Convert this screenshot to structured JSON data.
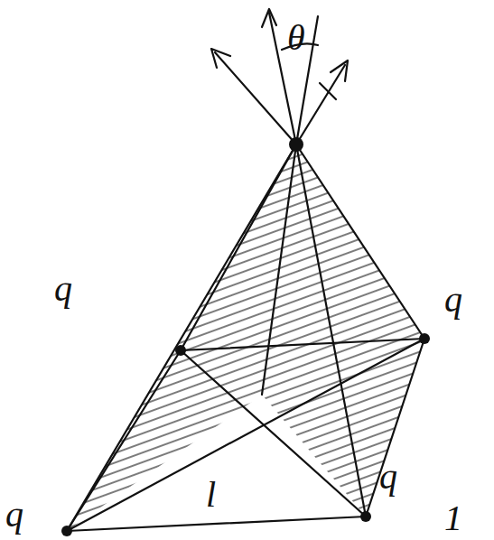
{
  "diagram": {
    "labels": [
      "θ",
      "q",
      "q",
      "q",
      "q",
      "l",
      "1"
    ]
  }
}
